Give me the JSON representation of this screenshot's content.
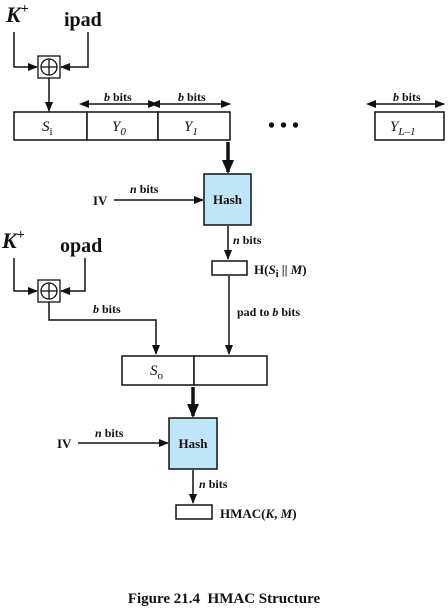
{
  "inputs": {
    "key_top": "K",
    "key_top_sup": "+",
    "ipad": "ipad",
    "key_bottom": "K",
    "key_bottom_sup": "+",
    "opad": "opad"
  },
  "bit_labels": {
    "b_bits": "b",
    "bits_word": "bits",
    "n_bits": "n"
  },
  "message_blocks": {
    "si_main": "S",
    "si_sub": "i",
    "y0_main": "Y",
    "y0_sub": "0",
    "y1_main": "Y",
    "y1_sub": "1",
    "ellipsis": "• • •",
    "yl_main": "Y",
    "yl_sub": "L–1"
  },
  "iv_label": "IV",
  "hash_label": "Hash",
  "inner_output": {
    "prefix": "H(",
    "s": "S",
    "s_sub": "i",
    "concat": " || ",
    "m": "M",
    "suffix": ")"
  },
  "pad_label": {
    "text": "pad to ",
    "b": "b",
    "bits": " bits"
  },
  "so_block": {
    "main": "S",
    "sub": "o"
  },
  "final_output": {
    "prefix": "HMAC(",
    "k": "K",
    "sep": ", ",
    "m": "M",
    "suffix": ")"
  },
  "caption": "Figure 21.4  HMAC Structure"
}
